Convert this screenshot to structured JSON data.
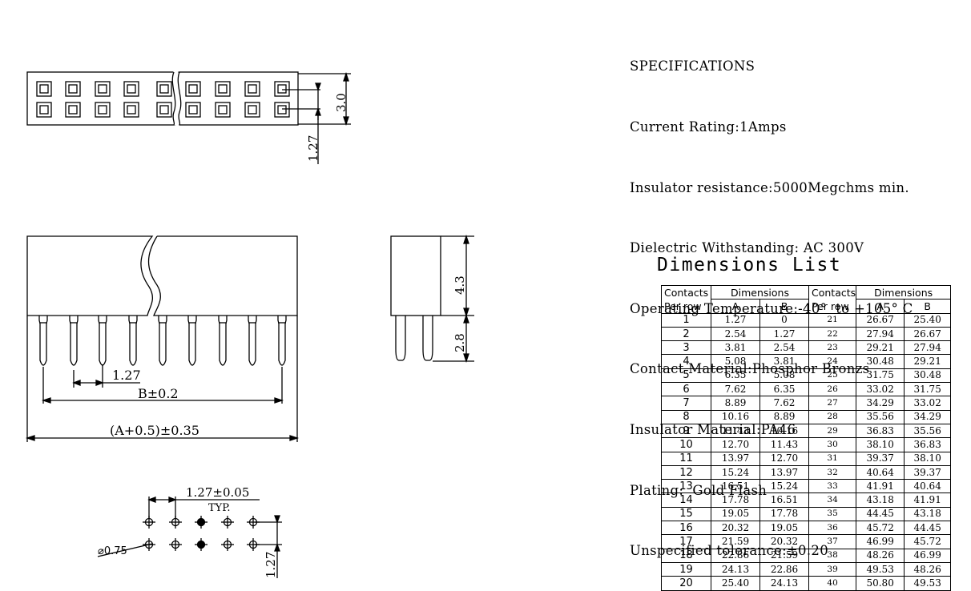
{
  "specs": {
    "title": "SPECIFICATIONS",
    "lines": [
      "Current Rating:1Amps",
      "Insulator resistance:5000Megchms min.",
      "Dielectric Withstanding: AC 300V",
      "Operating Temperature:-40°  to +105° C",
      "Contact Material:Phosphor Bronzs",
      "Insulator Material:PA46",
      "Plating:  Gold Flash",
      "Unspecified tolerance:±0.20"
    ]
  },
  "drawing": {
    "top_view": {
      "pitch_label": "1.27",
      "height_label": "3.0"
    },
    "front_view": {
      "pitch_label": "1.27",
      "b_label": "B±0.2",
      "a_label": "(A+0.5)±0.35"
    },
    "side_view": {
      "body_label": "4.3",
      "pin_label": "2.8"
    },
    "pcb_layout": {
      "pitch_label": "1.27±0.05",
      "typ_label": "TYP.",
      "hole_label": "⌀0.75",
      "row_pitch_label": "1.27"
    }
  },
  "dimensions": {
    "title": "Dimensions List",
    "header": {
      "contacts_per_row_1": "Contacts",
      "contacts_per_row_2": "Per row",
      "dimensions": "Dimensions",
      "col_a": "A",
      "col_b": "B"
    },
    "rows_left": [
      [
        "1",
        "1.27",
        "0"
      ],
      [
        "2",
        "2.54",
        "1.27"
      ],
      [
        "3",
        "3.81",
        "2.54"
      ],
      [
        "4",
        "5.08",
        "3.81"
      ],
      [
        "5",
        "6.35",
        "5.08"
      ],
      [
        "6",
        "7.62",
        "6.35"
      ],
      [
        "7",
        "8.89",
        "7.62"
      ],
      [
        "8",
        "10.16",
        "8.89"
      ],
      [
        "9",
        "11.43",
        "10.16"
      ],
      [
        "10",
        "12.70",
        "11.43"
      ],
      [
        "11",
        "13.97",
        "12.70"
      ],
      [
        "12",
        "15.24",
        "13.97"
      ],
      [
        "13",
        "16.51",
        "15.24"
      ],
      [
        "14",
        "17.78",
        "16.51"
      ],
      [
        "15",
        "19.05",
        "17.78"
      ],
      [
        "16",
        "20.32",
        "19.05"
      ],
      [
        "17",
        "21.59",
        "20.32"
      ],
      [
        "18",
        "22.86",
        "21.59"
      ],
      [
        "19",
        "24.13",
        "22.86"
      ],
      [
        "20",
        "25.40",
        "24.13"
      ]
    ],
    "rows_right": [
      [
        "21",
        "26.67",
        "25.40"
      ],
      [
        "22",
        "27.94",
        "26.67"
      ],
      [
        "23",
        "29.21",
        "27.94"
      ],
      [
        "24",
        "30.48",
        "29.21"
      ],
      [
        "25",
        "31.75",
        "30.48"
      ],
      [
        "26",
        "33.02",
        "31.75"
      ],
      [
        "27",
        "34.29",
        "33.02"
      ],
      [
        "28",
        "35.56",
        "34.29"
      ],
      [
        "29",
        "36.83",
        "35.56"
      ],
      [
        "30",
        "38.10",
        "36.83"
      ],
      [
        "31",
        "39.37",
        "38.10"
      ],
      [
        "32",
        "40.64",
        "39.37"
      ],
      [
        "33",
        "41.91",
        "40.64"
      ],
      [
        "34",
        "43.18",
        "41.91"
      ],
      [
        "35",
        "44.45",
        "43.18"
      ],
      [
        "36",
        "45.72",
        "44.45"
      ],
      [
        "37",
        "46.99",
        "45.72"
      ],
      [
        "38",
        "48.26",
        "46.99"
      ],
      [
        "39",
        "49.53",
        "48.26"
      ],
      [
        "40",
        "50.80",
        "49.53"
      ]
    ]
  }
}
